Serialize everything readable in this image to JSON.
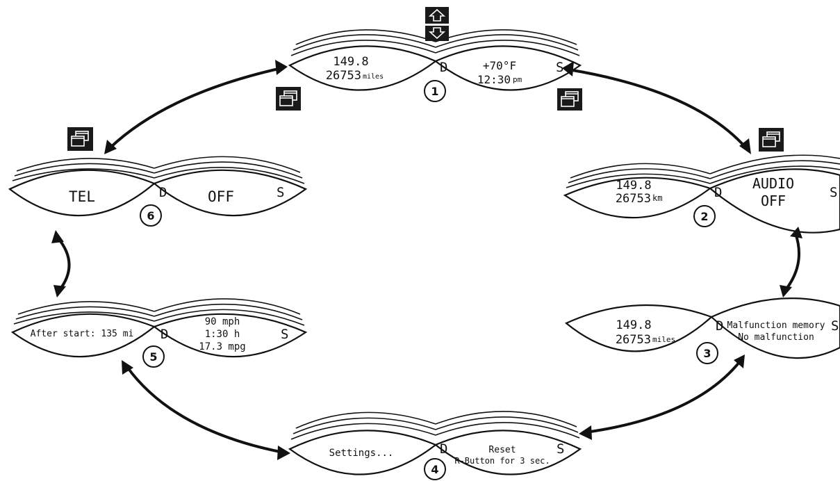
{
  "displays": [
    {
      "number": "1",
      "left_lines": [
        "149.8",
        "26753"
      ],
      "left_unit": "miles",
      "right_lines": [
        "+70°F",
        "12:30"
      ],
      "right_unit": "pm",
      "d_label": "D",
      "s_label": "S"
    },
    {
      "number": "2",
      "left_lines": [
        "149.8",
        "26753"
      ],
      "left_unit": "km",
      "right_lines": [
        "AUDIO",
        "OFF"
      ],
      "d_label": "D",
      "s_label": "S"
    },
    {
      "number": "3",
      "left_lines": [
        "149.8",
        "26753"
      ],
      "left_unit": "miles",
      "right_lines": [
        "Malfunction memory",
        "No malfunction"
      ],
      "d_label": "D",
      "s_label": "S"
    },
    {
      "number": "4",
      "left_lines": [
        "Settings..."
      ],
      "right_lines": [
        "Reset",
        "R-Button for 3 sec."
      ],
      "d_label": "D",
      "s_label": "S"
    },
    {
      "number": "5",
      "left_lines": [
        "After start: 135 mi"
      ],
      "right_lines": [
        "90 mph",
        "1:30 h",
        "17.3 mpg"
      ],
      "d_label": "D",
      "s_label": "S"
    },
    {
      "number": "6",
      "left_lines": [
        "TEL"
      ],
      "right_lines": [
        "OFF"
      ],
      "d_label": "D",
      "s_label": "S"
    }
  ],
  "icons": {
    "scroll_up": "arrow-up-icon",
    "scroll_down": "arrow-down-icon",
    "menu_button": "window-stack-icon"
  },
  "colors": {
    "ink": "#111111",
    "icon_bg": "#1a1a1a",
    "paper": "#ffffff"
  }
}
